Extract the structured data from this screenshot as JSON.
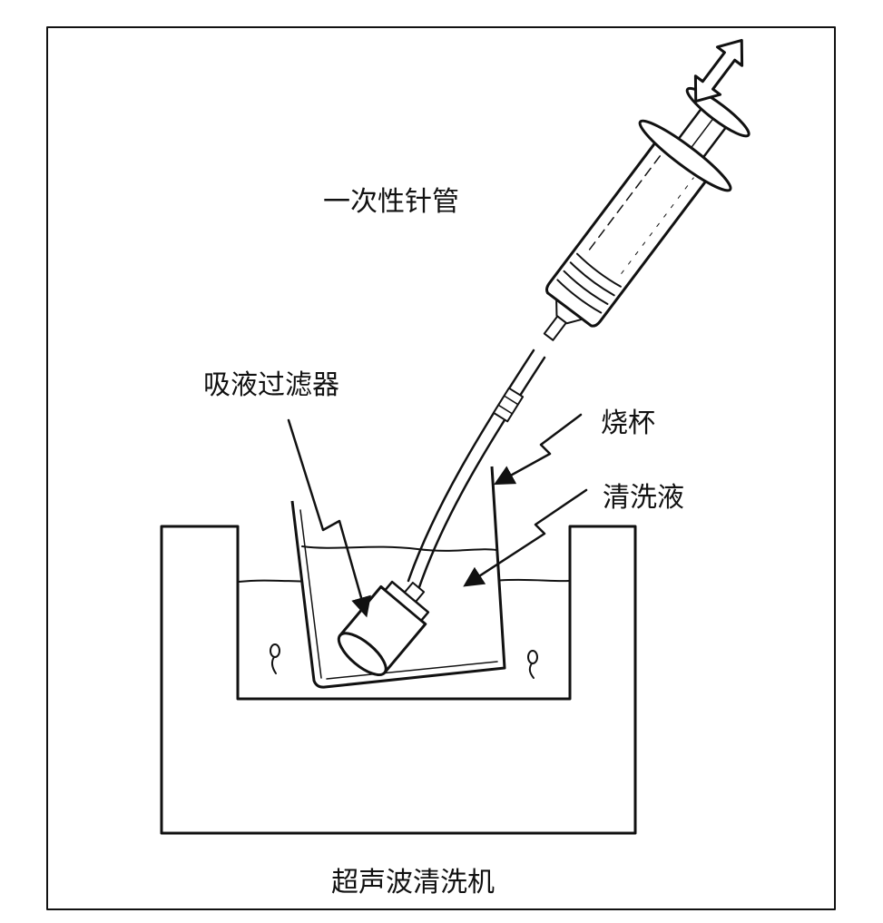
{
  "labels": {
    "syringe": "一次性针管",
    "filter": "吸液过滤器",
    "beaker": "烧杯",
    "liquid": "清洗液",
    "cleaner": "超声波清洗机"
  },
  "colors": {
    "ink": "#111111",
    "background": "#ffffff"
  }
}
